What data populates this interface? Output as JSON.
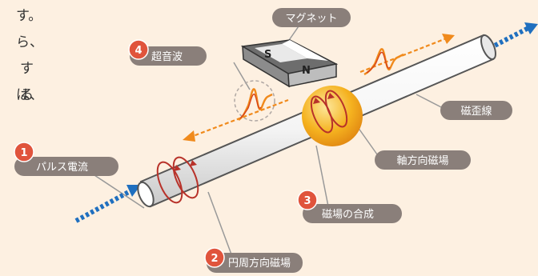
{
  "text_fragments": [
    "す。",
    "ら、",
    "する",
    "は、"
  ],
  "labels": {
    "magnet": "マグネット",
    "ultrasonic": {
      "num": "4",
      "text": "超音波"
    },
    "pulse_current": {
      "num": "1",
      "text": "パルス電流"
    },
    "circumferential_field": {
      "num": "2",
      "text": "円周方向磁場"
    },
    "axial_field": "軸方向磁場",
    "combined_field": {
      "num": "3",
      "text": "磁場の合成"
    },
    "magnetostrictive_wire": "磁歪線"
  },
  "magnet_poles": {
    "south": "S",
    "north": "N"
  },
  "colors": {
    "background": "#fdf0e1",
    "label_pill": "#8a7f7a",
    "number_badge": "#e0543c",
    "current_arrow": "#1f6fbf",
    "wave_arrow": "#f08a1c",
    "field_loop": "#b8322a",
    "magnet_ball": "#f2a21a"
  },
  "icons": {
    "current": "dotted-arrow-icon",
    "wave": "wave-pulse-icon",
    "field": "circular-arrow-icon"
  }
}
